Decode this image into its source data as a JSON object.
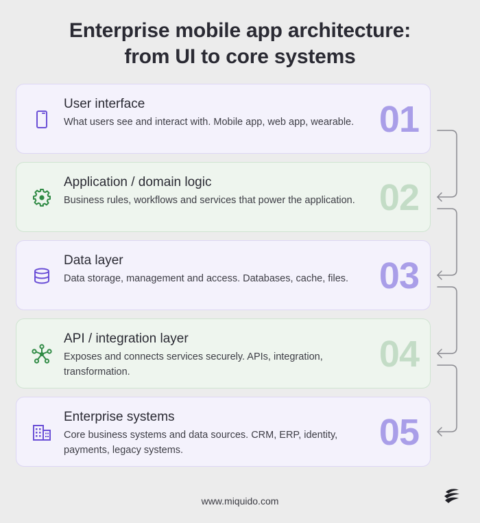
{
  "title": {
    "line1": "Enterprise mobile app architecture:",
    "line2": "from UI to core systems"
  },
  "layers": [
    {
      "number": "01",
      "heading": "User interface",
      "description": "What users see and interact with. Mobile app, web app, wearable.",
      "icon": "mobile-phone-icon",
      "color": "#6a4fd6"
    },
    {
      "number": "02",
      "heading": "Application / domain logic",
      "description": "Business rules, workflows and services that power the application.",
      "icon": "gear-icon",
      "color": "#2f8a44"
    },
    {
      "number": "03",
      "heading": "Data layer",
      "description": "Data storage, management and access. Databases, cache, files.",
      "icon": "database-icon",
      "color": "#6a4fd6"
    },
    {
      "number": "04",
      "heading": "API / integration layer",
      "description": "Exposes and connects services securely. APIs, integration, transformation.",
      "icon": "network-icon",
      "color": "#2f8a44"
    },
    {
      "number": "05",
      "heading": "Enterprise systems",
      "description": "Core business systems and data sources. CRM, ERP, identity, payments, legacy systems.",
      "icon": "building-icon",
      "color": "#6a4fd6"
    }
  ],
  "footer": {
    "url": "www.miquido.com"
  },
  "logo": {
    "icon": "miquido-logo-icon"
  }
}
